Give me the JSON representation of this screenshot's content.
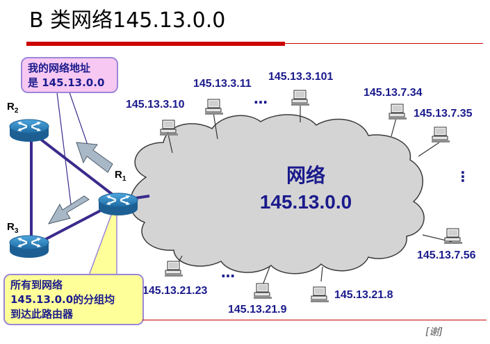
{
  "title": "B 类网络145.13.0.0",
  "footer": "[谢]",
  "network": {
    "line1": "网络",
    "line2": "145.13.0.0"
  },
  "callout_top": {
    "line1": "我的网络地址",
    "line2": "是 145.13.0.0"
  },
  "callout_bottom": {
    "line1": "所有到网络",
    "line2": "145.13.0.0的分组均",
    "line3": "到达此路由器"
  },
  "routers": [
    {
      "name": "R",
      "sub": "2"
    },
    {
      "name": "R",
      "sub": "1"
    },
    {
      "name": "R",
      "sub": "3"
    }
  ],
  "hosts": [
    "145.13.3.10",
    "145.13.3.11",
    "145.13.3.101",
    "145.13.7.34",
    "145.13.7.35",
    "145.13.7.56",
    "145.13.21.8",
    "145.13.21.9",
    "145.13.21.23"
  ],
  "ellipsis": {
    "top": "…",
    "right": "⋮",
    "bottom": "…"
  },
  "colors": {
    "accent": "#cc0000",
    "label": "#1a1a8c",
    "link": "#3b2a8c",
    "router": "#2a7fb8",
    "cloud": "#d4d4d4"
  },
  "icons": {
    "router": "router-icon",
    "host": "computer-icon",
    "arrow": "block-arrow-icon"
  }
}
